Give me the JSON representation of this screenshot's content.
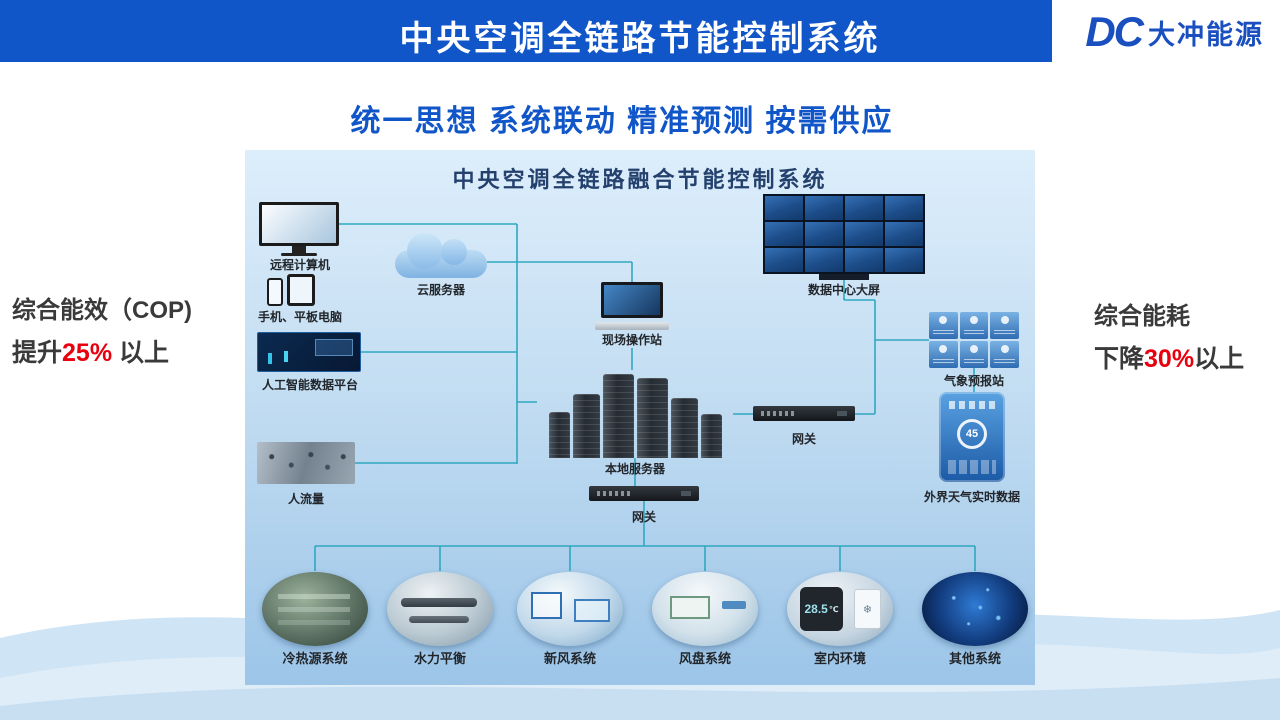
{
  "header": {
    "title": "中央空调全链路节能控制系统",
    "logo_dc": "DC",
    "logo_name": "大冲能源"
  },
  "subtitle": "统一思想 系统联动 精准预测 按需供应",
  "left_stat": {
    "title": "综合能效（COP)",
    "prefix": "提升",
    "highlight": "25%",
    "suffix": " 以上"
  },
  "right_stat": {
    "title": "综合能耗",
    "prefix": "下降",
    "highlight": "30%",
    "suffix": "以上"
  },
  "diagram": {
    "title": "中央空调全链路融合节能控制系统",
    "nodes": {
      "remote_pc": "远程计算机",
      "mobile": "手机、平板电脑",
      "cloud": "云服务器",
      "field_station": "现场操作站",
      "data_center_screen": "数据中心大屏",
      "ai_platform": "人工智能数据平台",
      "local_server": "本地服务器",
      "gateway_right": "网关",
      "weather_station": "气象预报站",
      "weather_data": "外界天气实时数据",
      "people_flow": "人流量",
      "gateway_bottom": "网关"
    },
    "systems": [
      "冷热源系统",
      "水力平衡",
      "新风系统",
      "风盘系统",
      "室内环境",
      "其他系统"
    ],
    "thermostat_value": "28.5",
    "thermostat_unit": "℃",
    "panel_icon": "❄",
    "phone_gauge": "45"
  },
  "colors": {
    "header_blue": "#1156c8",
    "subtitle_blue": "#1156c8",
    "logo_blue": "#1a4fc0",
    "accent_red": "#e8000f",
    "line_teal": "#2fa8c0",
    "diagram_top": "#ddeefb",
    "diagram_bottom": "#9cc5e8"
  }
}
